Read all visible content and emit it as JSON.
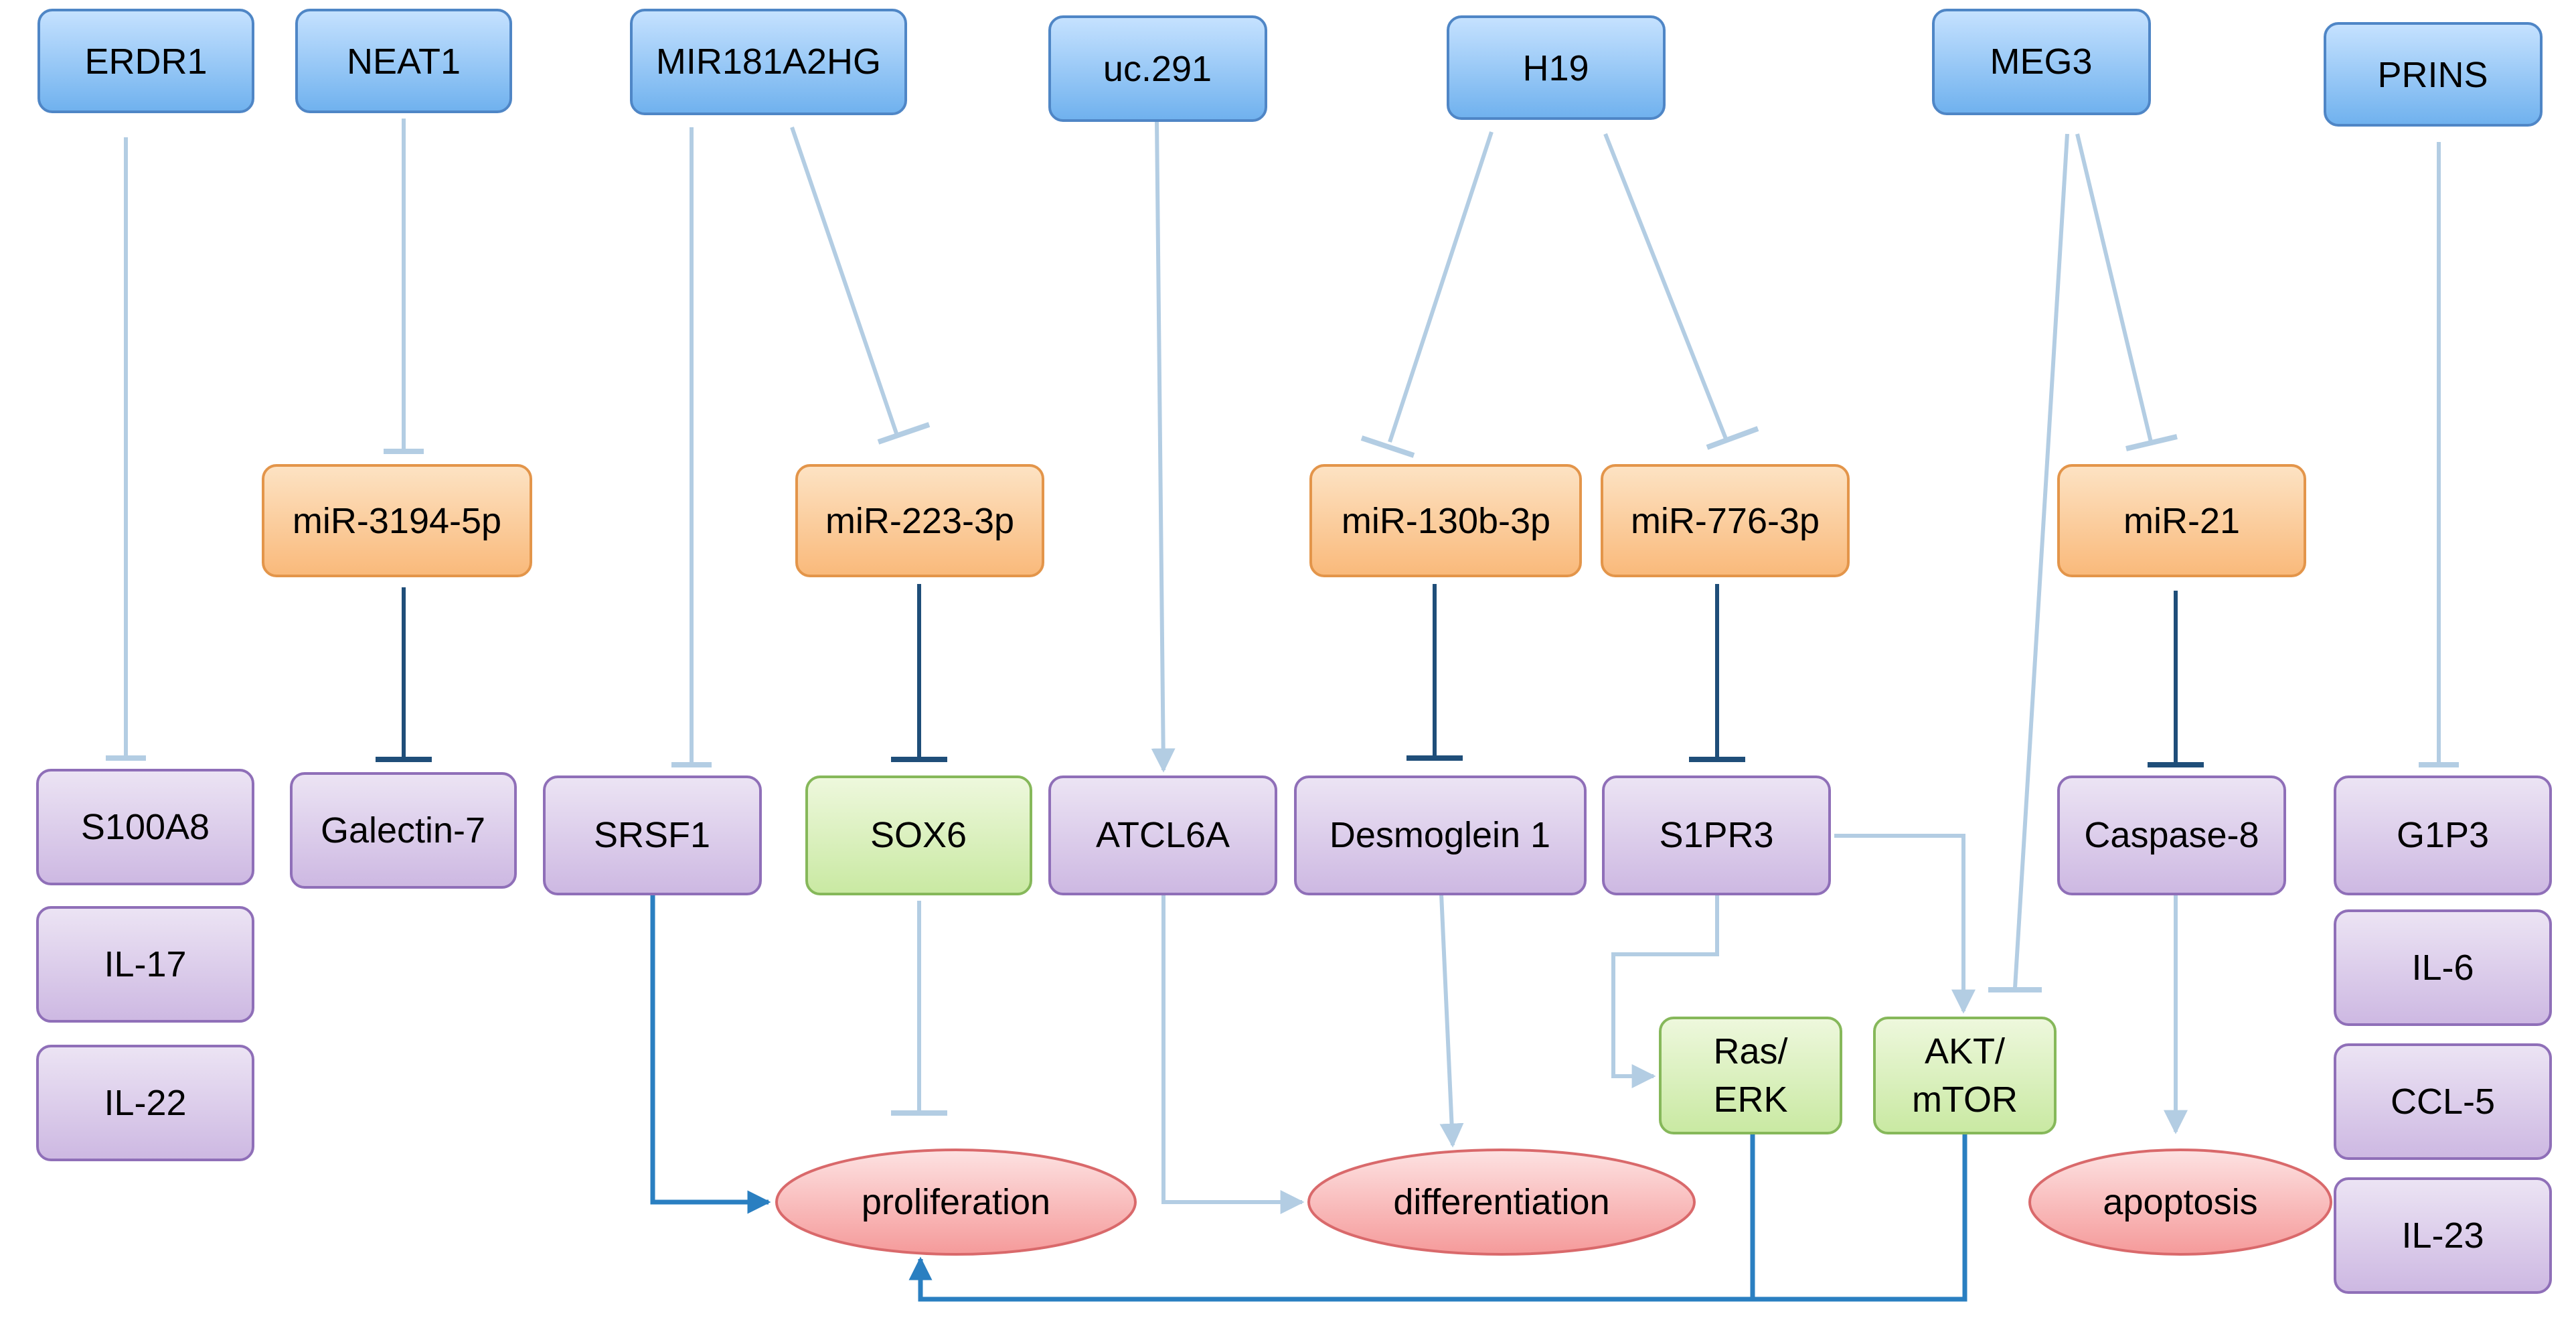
{
  "colors": {
    "lncrna_fill_top": "#c6e2ff",
    "lncrna_fill_bottom": "#6fb1ee",
    "lncrna_border": "#4f86c6",
    "mirna_fill_top": "#fde3c4",
    "mirna_fill_bottom": "#f9b97a",
    "mirna_border": "#e3954a",
    "protein_fill_top": "#ece4f4",
    "protein_fill_bottom": "#cdb8e2",
    "protein_border": "#8f6fb8",
    "pathway_fill_top": "#eef8dd",
    "pathway_fill_bottom": "#c9e9a2",
    "pathway_border": "#86b85a",
    "outcome_fill_top": "#fde2e2",
    "outcome_fill_bottom": "#f59a9a",
    "outcome_border": "#d9696b",
    "light_edge": "#b3cde3",
    "dark_edge": "#1f4e79",
    "blue_edge": "#2a7fc1"
  },
  "lncrnas": [
    {
      "id": "ERDR1",
      "label": "ERDR1"
    },
    {
      "id": "NEAT1",
      "label": "NEAT1"
    },
    {
      "id": "MIR181A2HG",
      "label": "MIR181A2HG"
    },
    {
      "id": "uc291",
      "label": "uc.291"
    },
    {
      "id": "H19",
      "label": "H19"
    },
    {
      "id": "MEG3",
      "label": "MEG3"
    },
    {
      "id": "PRINS",
      "label": "PRINS"
    }
  ],
  "mirnas": [
    {
      "id": "miR3194",
      "label": "miR-3194-5p"
    },
    {
      "id": "miR223",
      "label": "miR-223-3p"
    },
    {
      "id": "miR130b",
      "label": "miR-130b-3p"
    },
    {
      "id": "miR776",
      "label": "miR-776-3p"
    },
    {
      "id": "miR21",
      "label": "miR-21"
    }
  ],
  "proteins": [
    {
      "id": "S100A8",
      "label": "S100A8"
    },
    {
      "id": "IL17",
      "label": "IL-17"
    },
    {
      "id": "IL22",
      "label": "IL-22"
    },
    {
      "id": "Galectin7",
      "label": "Galectin-7"
    },
    {
      "id": "SRSF1",
      "label": "SRSF1"
    },
    {
      "id": "ATCL6A",
      "label": "ATCL6A"
    },
    {
      "id": "Desmoglein1",
      "label": "Desmoglein 1"
    },
    {
      "id": "S1PR3",
      "label": "S1PR3"
    },
    {
      "id": "Caspase8",
      "label": "Caspase-8"
    },
    {
      "id": "G1P3",
      "label": "G1P3"
    },
    {
      "id": "IL6",
      "label": "IL-6"
    },
    {
      "id": "CCL5",
      "label": "CCL-5"
    },
    {
      "id": "IL23",
      "label": "IL-23"
    }
  ],
  "pathways": [
    {
      "id": "SOX6",
      "label": "SOX6"
    },
    {
      "id": "RasERK",
      "label": [
        "Ras/",
        "ERK"
      ]
    },
    {
      "id": "AKTmTOR",
      "label": [
        "AKT/",
        "mTOR"
      ]
    }
  ],
  "outcomes": [
    {
      "id": "proliferation",
      "label": "proliferation"
    },
    {
      "id": "differentiation",
      "label": "differentiation"
    },
    {
      "id": "apoptosis",
      "label": "apoptosis"
    }
  ],
  "edges": [
    {
      "from": "ERDR1",
      "to": "S100A8",
      "type": "inhibit",
      "style": "light"
    },
    {
      "from": "NEAT1",
      "to": "miR-3194-5p",
      "type": "inhibit",
      "style": "light"
    },
    {
      "from": "miR-3194-5p",
      "to": "Galectin-7",
      "type": "inhibit",
      "style": "dark"
    },
    {
      "from": "MIR181A2HG",
      "to": "SRSF1",
      "type": "inhibit",
      "style": "light"
    },
    {
      "from": "MIR181A2HG",
      "to": "miR-223-3p",
      "type": "inhibit",
      "style": "light"
    },
    {
      "from": "miR-223-3p",
      "to": "SOX6",
      "type": "inhibit",
      "style": "dark"
    },
    {
      "from": "uc.291",
      "to": "ATCL6A",
      "type": "activate",
      "style": "light"
    },
    {
      "from": "H19",
      "to": "miR-130b-3p",
      "type": "inhibit",
      "style": "light"
    },
    {
      "from": "H19",
      "to": "miR-776-3p",
      "type": "inhibit",
      "style": "light"
    },
    {
      "from": "miR-130b-3p",
      "to": "Desmoglein 1",
      "type": "inhibit",
      "style": "dark"
    },
    {
      "from": "miR-776-3p",
      "to": "S1PR3",
      "type": "inhibit",
      "style": "dark"
    },
    {
      "from": "MEG3",
      "to": "miR-21",
      "type": "inhibit",
      "style": "light"
    },
    {
      "from": "MEG3",
      "to": "AKT/mTOR",
      "type": "inhibit",
      "style": "light"
    },
    {
      "from": "miR-21",
      "to": "Caspase-8",
      "type": "inhibit",
      "style": "dark"
    },
    {
      "from": "PRINS",
      "to": "G1P3",
      "type": "inhibit",
      "style": "light"
    },
    {
      "from": "SRSF1",
      "to": "proliferation",
      "type": "activate",
      "style": "blue"
    },
    {
      "from": "SOX6",
      "to": "proliferation",
      "type": "inhibit",
      "style": "light"
    },
    {
      "from": "ATCL6A",
      "to": "differentiation",
      "type": "activate",
      "style": "light"
    },
    {
      "from": "Desmoglein 1",
      "to": "differentiation",
      "type": "activate",
      "style": "light"
    },
    {
      "from": "S1PR3",
      "to": "Ras/ERK",
      "type": "activate",
      "style": "light"
    },
    {
      "from": "S1PR3",
      "to": "AKT/mTOR",
      "type": "activate",
      "style": "light"
    },
    {
      "from": "Caspase-8",
      "to": "apoptosis",
      "type": "activate",
      "style": "light"
    },
    {
      "from": "Ras/ERK",
      "to": "proliferation",
      "type": "activate",
      "style": "blue"
    },
    {
      "from": "AKT/mTOR",
      "to": "proliferation",
      "type": "activate",
      "style": "blue"
    }
  ]
}
